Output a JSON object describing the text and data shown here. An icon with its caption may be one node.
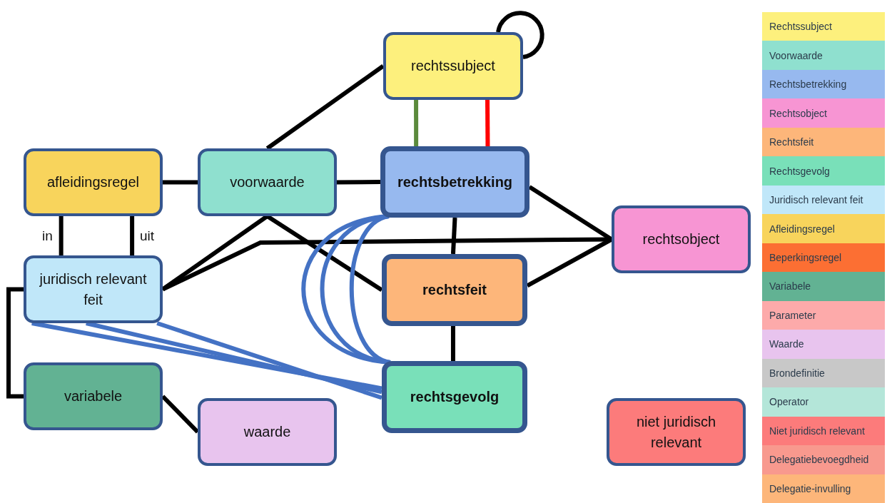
{
  "diagram": {
    "nodes": [
      {
        "text": [
          "rechtssubject"
        ]
      },
      {
        "text": [
          "afleidingsregel"
        ]
      },
      {
        "text": [
          "voorwaarde"
        ]
      },
      {
        "text": [
          "rechtsbetrekking"
        ]
      },
      {
        "text": [
          "rechtsobject"
        ]
      },
      {
        "text": [
          "juridisch relevant feit"
        ]
      },
      {
        "text": [
          "rechtsfeit"
        ]
      },
      {
        "text": [
          "variabele"
        ]
      },
      {
        "text": [
          "waarde"
        ]
      },
      {
        "text": [
          "rechtsgevolg"
        ]
      },
      {
        "text": [
          "niet juridisch relevant"
        ]
      }
    ],
    "edges": [
      {
        "from": 0,
        "to": 0,
        "arrow": "none"
      },
      {
        "from": 2,
        "to": 0,
        "arrow": "none"
      },
      {
        "from": 0,
        "to": 3,
        "arrow": "none",
        "color": "#5b8a3c"
      },
      {
        "from": 0,
        "to": 3,
        "arrow": "none",
        "color": "#ff0000"
      },
      {
        "from": 1,
        "to": 2,
        "arrow": "none"
      },
      {
        "from": 2,
        "to": 3,
        "arrow": "none"
      },
      {
        "from": 1,
        "to": 5,
        "arrow": "none",
        "label": "in"
      },
      {
        "from": 1,
        "to": 5,
        "arrow": "none",
        "label": "uit"
      },
      {
        "from": 2,
        "to": 5,
        "arrow": "none"
      },
      {
        "from": 2,
        "to": 6,
        "arrow": "none"
      },
      {
        "from": 5,
        "to": 4,
        "arrow": "none"
      },
      {
        "from": 3,
        "to": 4,
        "arrow": "none"
      },
      {
        "from": 6,
        "to": 4,
        "arrow": "none"
      },
      {
        "from": 3,
        "to": 6,
        "arrow": "none"
      },
      {
        "from": 6,
        "to": 9,
        "arrow": "none"
      },
      {
        "from": 3,
        "to": 9,
        "arrow": "none",
        "color": "#4472c4"
      },
      {
        "from": 3,
        "to": 9,
        "arrow": "none",
        "color": "#4472c4"
      },
      {
        "from": 3,
        "to": 9,
        "arrow": "none",
        "color": "#4472c4"
      },
      {
        "from": 5,
        "to": 9,
        "arrow": "none",
        "color": "#4472c4"
      },
      {
        "from": 5,
        "to": 9,
        "arrow": "none",
        "color": "#4472c4"
      },
      {
        "from": 5,
        "to": 9,
        "arrow": "none",
        "color": "#4472c4"
      },
      {
        "from": 5,
        "to": 7,
        "arrow": "none"
      },
      {
        "from": 7,
        "to": 8,
        "arrow": "none"
      }
    ],
    "legend": [
      {
        "text": "Rechtssubject",
        "color": "#fdf07d"
      },
      {
        "text": "Voorwaarde",
        "color": "#8fe0cf"
      },
      {
        "text": "Rechtsbetrekking",
        "color": "#97b9ef"
      },
      {
        "text": "Rechtsobject",
        "color": "#f795d3"
      },
      {
        "text": "Rechtsfeit",
        "color": "#fdb67a"
      },
      {
        "text": "Rechtsgevolg",
        "color": "#79e0b9"
      },
      {
        "text": "Juridisch relevant feit",
        "color": "#c0e7f9"
      },
      {
        "text": "Afleidingsregel",
        "color": "#f8d45c"
      },
      {
        "text": "Beperkingsregel",
        "color": "#fc6f33"
      },
      {
        "text": "Variabele",
        "color": "#62b293"
      },
      {
        "text": "Parameter",
        "color": "#fdaaaa"
      },
      {
        "text": "Waarde",
        "color": "#e8c4ee"
      },
      {
        "text": "Brondefinitie",
        "color": "#c8c8c8"
      },
      {
        "text": "Operator",
        "color": "#b4e6d9"
      },
      {
        "text": "Niet juridisch relevant",
        "color": "#fc7b7b"
      },
      {
        "text": "Delegatiebevoegdheid",
        "color": "#f8998e"
      },
      {
        "text": "Delegatie-invulling",
        "color": "#fdb67a"
      }
    ]
  }
}
